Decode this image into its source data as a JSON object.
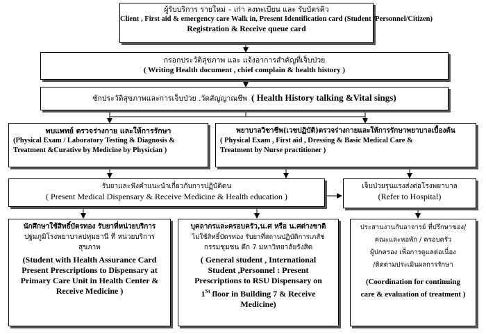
{
  "box1": {
    "thai": "ผู้รับบริการ รายใหม่ – เก่า  ลงทะเบียน และ รับบัตรคิว",
    "en1": "Client , First aid & emergency care   Walk  in, Present  Identification card  (Student /Personnel/Citizen)",
    "en2": "Registration  & Receive queue card"
  },
  "box2": {
    "thai": "กรอกประวัติสุขภาพ  และ  แจ้งอาการสำคัญที่เจ็บป่วย",
    "en": "( Writing Health document  , chief complain  &   health  history  )"
  },
  "box3": {
    "thai": "ซักประวัติสุขภาพและการเจ็บป่วย .วัดสัญญาณชีพ",
    "en": "( Health  History talking &Vital sings)"
  },
  "box4": {
    "thai": "พบแพทย์  ตรวจร่างกาย และให้การรักษา",
    "en1": "(Physical Exam / Laboratory Testing & Diagnosis &",
    "en2": "Treatment &Curative by Medicine  by Physician )"
  },
  "box5": {
    "thai": "พยาบาลวิชาชีพ(เวชปฏิบัติ)ตรวจร่างกายและให้การรักษาพยาบาลเบื้องต้น",
    "en1": "( Physical Exam , First aid  , Dressing & Basic Medical Care &",
    "en2": "Treatment by Nurse practitioner )"
  },
  "box6": {
    "thai": "รับยาและฟังคำแนะนำเกี่ยวกับการปฏิบัติตน",
    "en": "( Present Medical Dispensary  & Receive Medicine & Health education )"
  },
  "box7": {
    "thai": "เจ็บป่วยรุนแรงส่งต่อโรงพยาบาล",
    "en": "(Refer to Hospital)"
  },
  "box8": {
    "thai1": "นักศึกษาใช้สิทธิ์บัตรทอง รับยาที่หน่วยบริการ",
    "thai2": "ปฐมภูมิโรงพยาบาลปทุมธานี ที่ หน่วยบริการ",
    "thai3": "สุขภาพ",
    "en1": "(Student  with Health Assurance Card",
    "en2": "Present Prescriptions to Dispensary at",
    "en3": "Primary Care Unit  in Health Center &",
    "en4": "Receive Medicine )"
  },
  "box9": {
    "thai1": "บุคลากรและครอบครัว,น.ศ หรือ  น.ศต่างชาติ",
    "thai2": "ไม่ใช้สิทธิ์บัตรทอง  รับยาที่สถานปฏิบัติการเภสัช",
    "thai3": "กรรมชุมชน ตึก   7   มหาวิทยาลัยรังสิต",
    "en1": "( General student , International",
    "en2": "Student  ,Personnel  : Present",
    "en3": "Prescriptions to RSU Dispensary on",
    "en4_a": "1",
    "en4_sup": "St",
    "en4_b": " floor in Building  7   & Receive",
    "en5": "Medicine)"
  },
  "box10": {
    "thai1": "ประสานงานกับอาจารย์   ที่ปรึกษาของ/",
    "thai2": "คณะและหอพัก / ครอบครัว",
    "thai3": "ผู้ปกครอง  เพื่อการดูแลต่อเนื่อง",
    "thai4": "/ติดตามประเมินผลการรักษา",
    "en1": "(Coordination  for continuing",
    "en2": "care & evaluation of treatment  )"
  },
  "colors": {
    "border": "#000000",
    "shadow": "#555555",
    "background": "#ffffff"
  }
}
